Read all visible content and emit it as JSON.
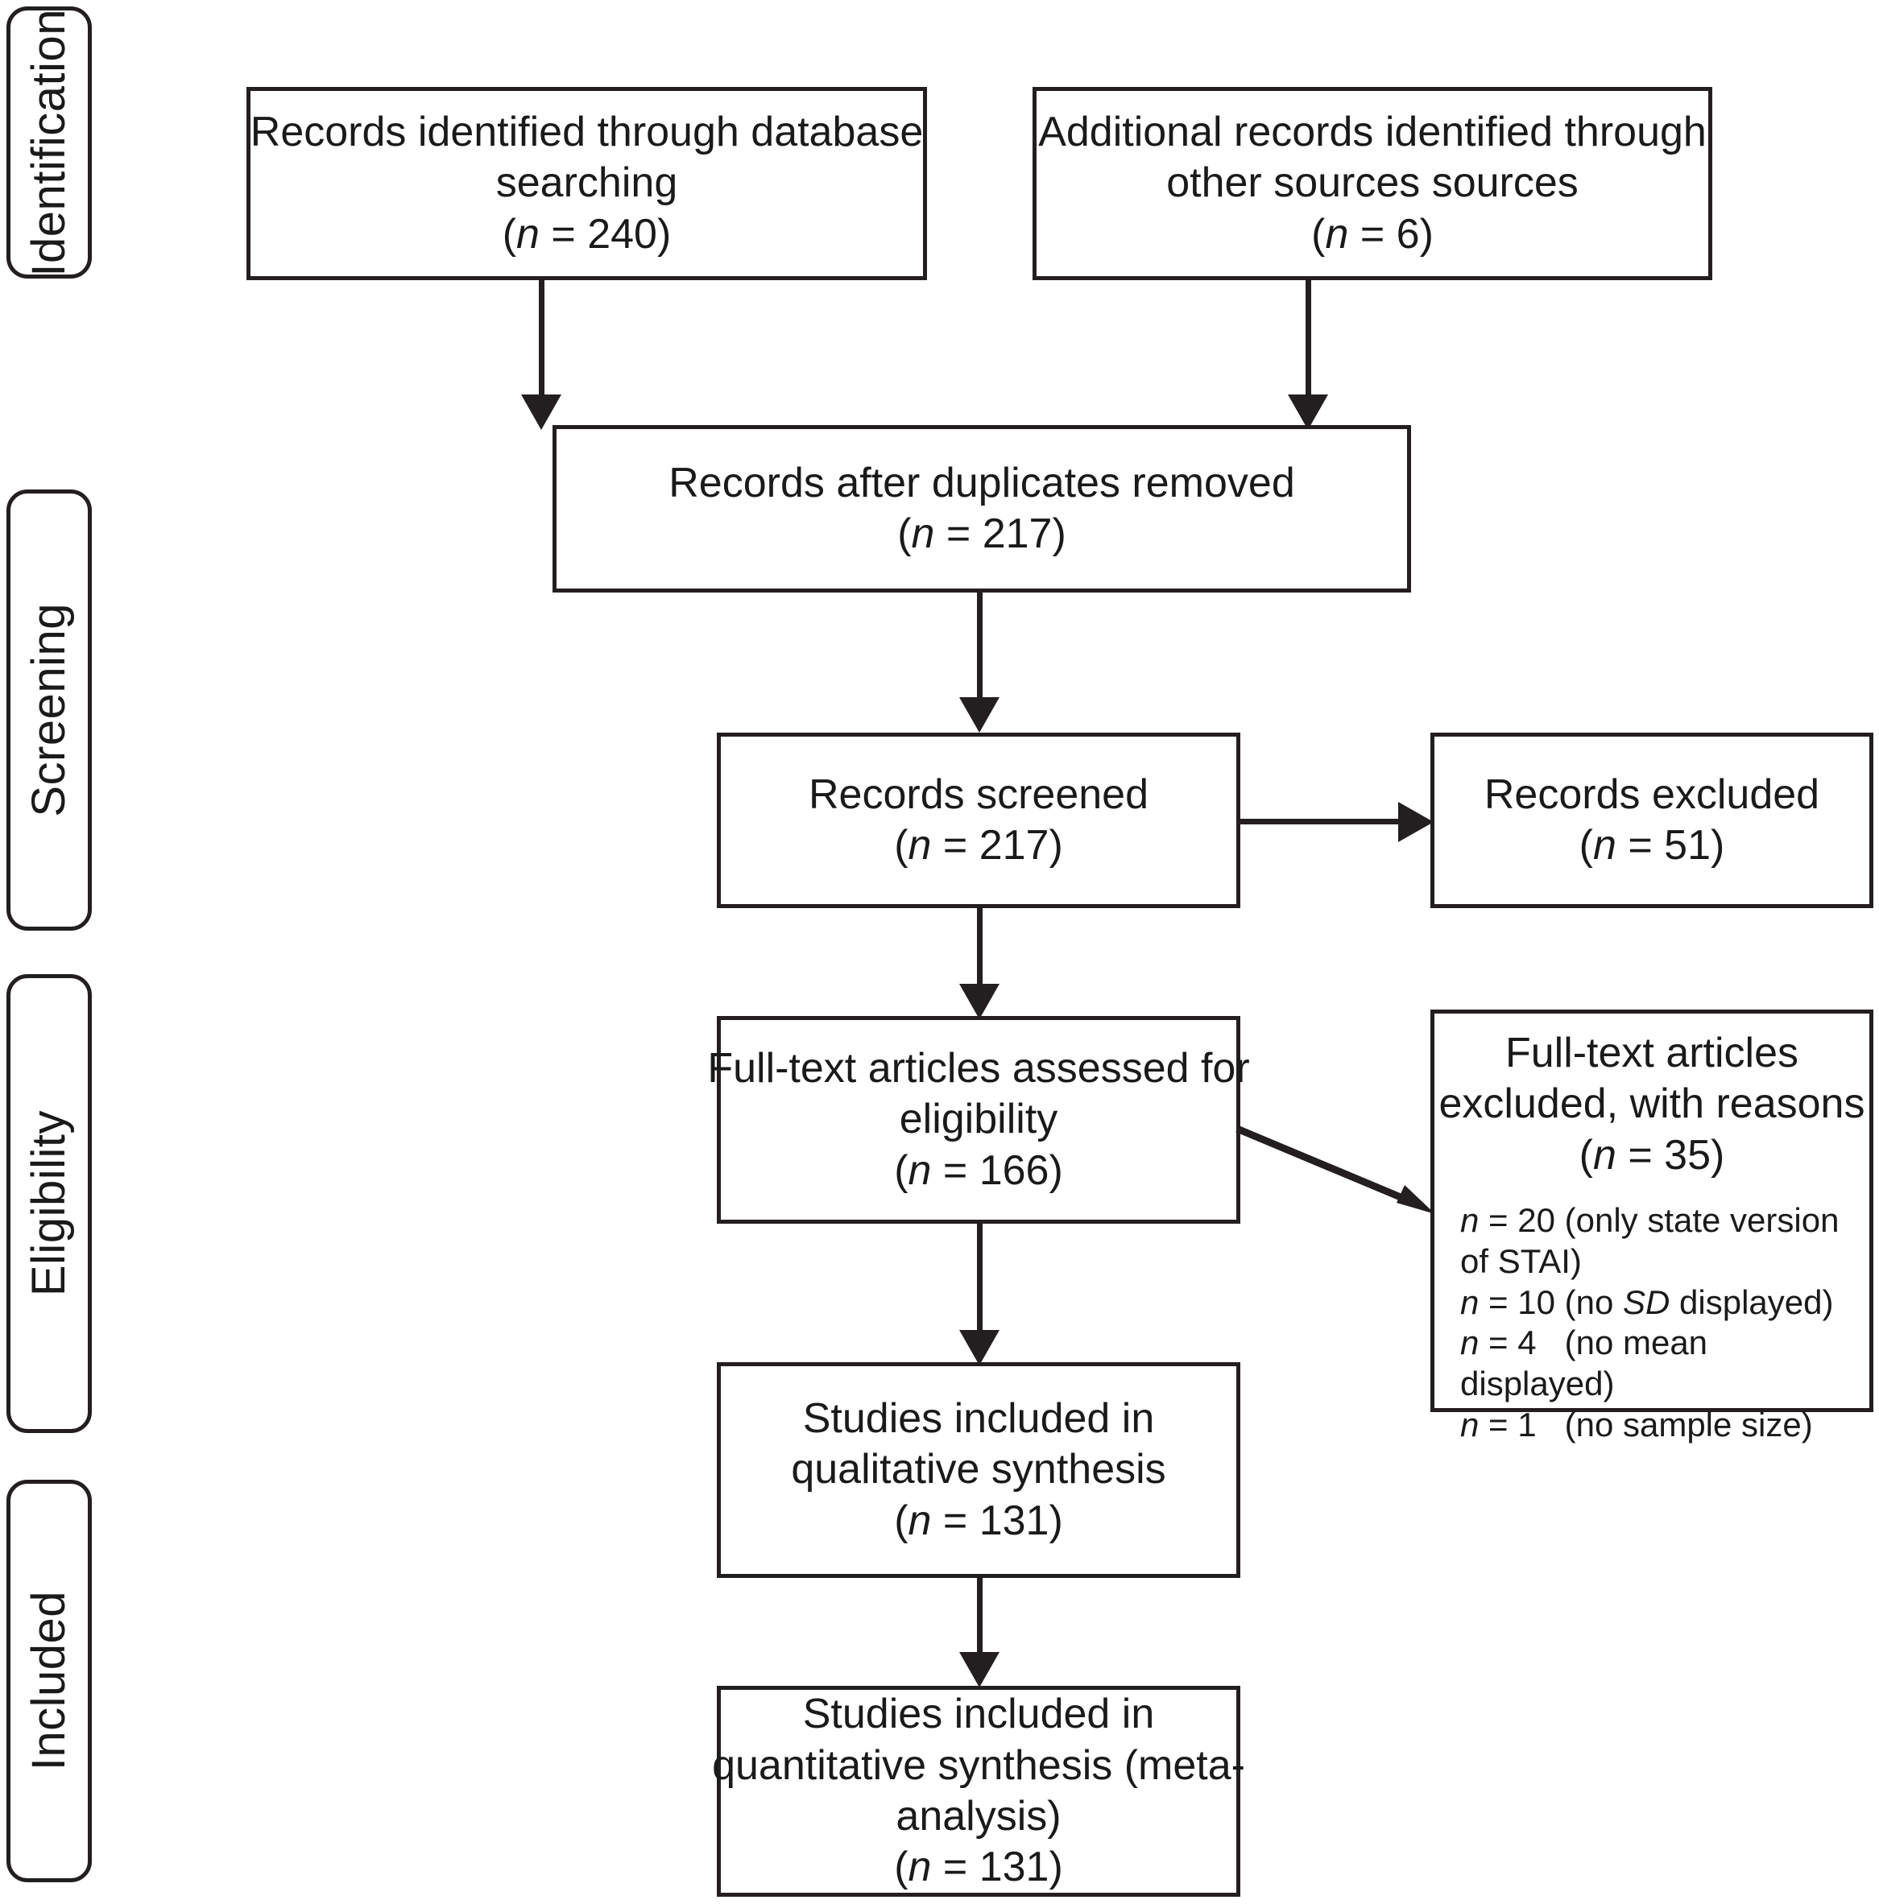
{
  "diagram": {
    "title": "PRISMA flow diagram",
    "line_color": "#231f20",
    "background": "#ffffff"
  },
  "phases": [
    {
      "id": "identification",
      "label": "Identification"
    },
    {
      "id": "screening",
      "label": "Screening"
    },
    {
      "id": "eligibility",
      "label": "Eligibility"
    },
    {
      "id": "included",
      "label": "Included"
    }
  ],
  "boxes": {
    "db_records": {
      "line1": "Records identified through database",
      "line2": "searching",
      "n_open": "(",
      "n_var": "n",
      "n_eq": " = ",
      "n_value": "240",
      "n_close": ")"
    },
    "other_records": {
      "line1": "Additional records identified through",
      "line2": "other sources sources",
      "n_open": "(",
      "n_var": "n",
      "n_eq": " = ",
      "n_value": "6",
      "n_close": ")"
    },
    "after_duplicates": {
      "line1": "Records after duplicates removed",
      "n_open": "(",
      "n_var": "n",
      "n_eq": " = ",
      "n_value": "217",
      "n_close": ")"
    },
    "records_screened": {
      "line1": "Records screened",
      "n_open": "(",
      "n_var": "n",
      "n_eq": " = ",
      "n_value": "217",
      "n_close": ")"
    },
    "records_excluded": {
      "line1": "Records excluded",
      "n_open": "(",
      "n_var": "n",
      "n_eq": " = ",
      "n_value": "51",
      "n_close": ")"
    },
    "fulltext_assessed": {
      "line1": "Full-text articles assessed for",
      "line2": "eligibility",
      "n_open": "(",
      "n_var": "n",
      "n_eq": " = ",
      "n_value": "166",
      "n_close": ")"
    },
    "fulltext_excluded": {
      "line1": "Full-text articles",
      "line2": "excluded, with reasons",
      "n_open": "(",
      "n_var": "n",
      "n_eq": " = ",
      "n_value": "35",
      "n_close": ")",
      "reasons": [
        {
          "var": "n",
          "eq": " = ",
          "count": "20",
          "gap": " ",
          "text": "(only state version of STAI)"
        },
        {
          "var": "n",
          "eq": " = ",
          "count": "10",
          "gap": " ",
          "text_pre": "(no ",
          "text_em": "SD",
          "text_post": " displayed)"
        },
        {
          "var": "n",
          "eq": " = ",
          "count": "4",
          "gap": "   ",
          "text": "(no mean displayed)"
        },
        {
          "var": "n",
          "eq": " = ",
          "count": "1",
          "gap": "   ",
          "text": "(no sample size)"
        }
      ]
    },
    "qualitative": {
      "line1": "Studies included in",
      "line2": "qualitative synthesis",
      "n_open": "(",
      "n_var": "n",
      "n_eq": " = ",
      "n_value": "131",
      "n_close": ")"
    },
    "quantitative": {
      "line1": "Studies included in",
      "line2": "quantitative synthesis (meta-",
      "line3": "analysis)",
      "n_open": "(",
      "n_var": "n",
      "n_eq": " = ",
      "n_value": "131",
      "n_close": ")"
    }
  },
  "flow_data": {
    "type": "flowchart",
    "records_identified_database": 240,
    "records_identified_other": 6,
    "records_after_duplicates": 217,
    "records_screened": 217,
    "records_excluded": 51,
    "fulltext_assessed": 166,
    "fulltext_excluded": 35,
    "studies_qualitative": 131,
    "studies_quantitative": 131
  }
}
